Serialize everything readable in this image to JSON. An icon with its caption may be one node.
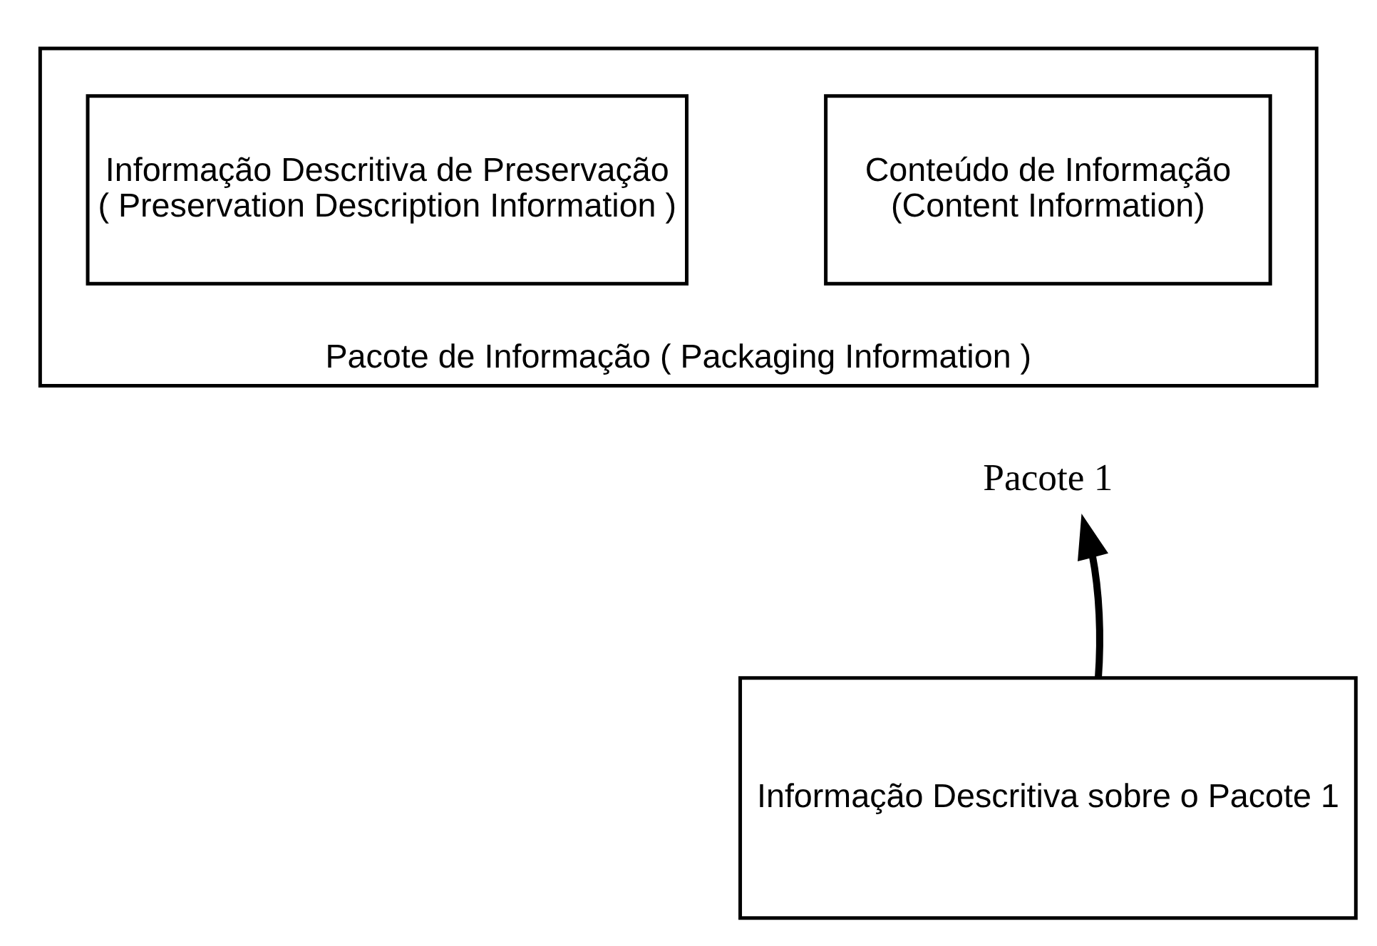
{
  "diagram": {
    "nodes": [
      {
        "text": [
          "Pacote de Informação ( Packaging Information )"
        ]
      },
      {
        "text": [
          "Conteúdo de Informação",
          "(Content Information)"
        ],
        "in": 0
      },
      {
        "text": [
          "Informação Descritiva de Preservação",
          "( Preservation Description Information )"
        ],
        "in": 0
      },
      {
        "text": [
          "Pacote 1"
        ]
      },
      {
        "text": [
          "Informação Descritiva sobre o Pacote 1"
        ]
      }
    ],
    "edges": [
      {
        "from": 4,
        "to": 3,
        "arrow": "to"
      }
    ]
  }
}
